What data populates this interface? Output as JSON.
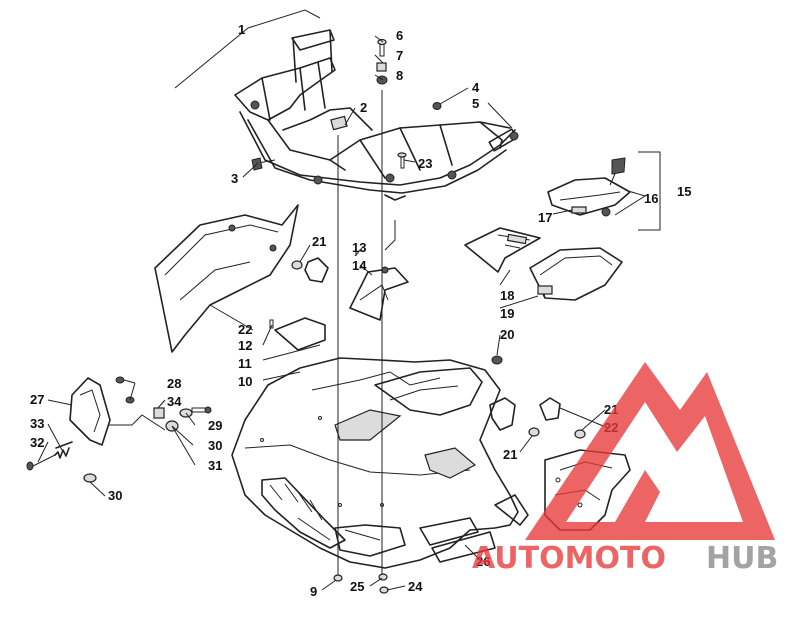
{
  "diagram": {
    "callouts": [
      "1",
      "2",
      "3",
      "4",
      "5",
      "6",
      "7",
      "8",
      "9",
      "10",
      "11",
      "12",
      "13",
      "14",
      "15",
      "16",
      "17",
      "18",
      "19",
      "20",
      "21",
      "21",
      "21",
      "22",
      "22",
      "23",
      "24",
      "25",
      "26",
      "27",
      "28",
      "29",
      "30",
      "30",
      "31",
      "32",
      "33",
      "34"
    ]
  },
  "watermark": {
    "brand_part1": "AUTOMOTO",
    "brand_part2": "HUB",
    "color_primary": "#e8393a",
    "color_secondary": "#8a8a8a"
  }
}
